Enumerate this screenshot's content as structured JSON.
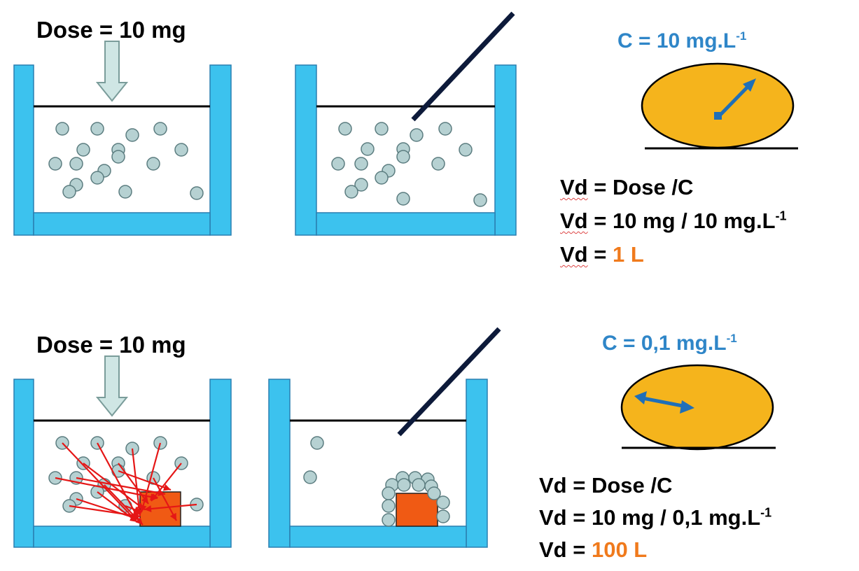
{
  "colors": {
    "tank_wall": "#3cc2ee",
    "tank_border": "#2a7fb0",
    "particle_fill": "#b6d1d2",
    "particle_stroke": "#5c7d80",
    "arrow_fill": "#cfe6e4",
    "arrow_stroke": "#7a9c9a",
    "ellipse_fill": "#f5b41c",
    "ellipse_stroke": "#000000",
    "double_arrow": "#1f6fb8",
    "concentration_text": "#2f86c8",
    "result_text": "#f07a1c",
    "binding_box": "#f05a14",
    "binding_arrow": "#e51616",
    "dipstick": "#0d1a3a"
  },
  "icons": {
    "dose_arrow": "down-arrow-icon",
    "measure_arrow": "double-arrow-icon"
  },
  "top": {
    "dose_label": "Dose = 10 mg",
    "concentration_prefix": "C = 10 mg.L",
    "concentration_exp": "-1",
    "eq1_vd": "Vd",
    "eq1_rest": " = Dose /C",
    "eq2_vd": "Vd",
    "eq2_rest": " = 10 mg / 10 mg.L",
    "eq2_exp": "-1",
    "eq3_vd": "Vd",
    "eq3_rest": " = ",
    "result": "1 L"
  },
  "bottom": {
    "dose_label": "Dose = 10 mg",
    "concentration_prefix": "C = 0,1 mg.L",
    "concentration_exp": "-1",
    "eq1_vd": "Vd",
    "eq1_rest": " = Dose /C",
    "eq2_vd": "Vd",
    "eq2_rest": " = 10 mg / 0,1 mg.L",
    "eq2_exp": "-1",
    "eq3_vd": "Vd",
    "eq3_rest": " = ",
    "result": "100 L"
  }
}
